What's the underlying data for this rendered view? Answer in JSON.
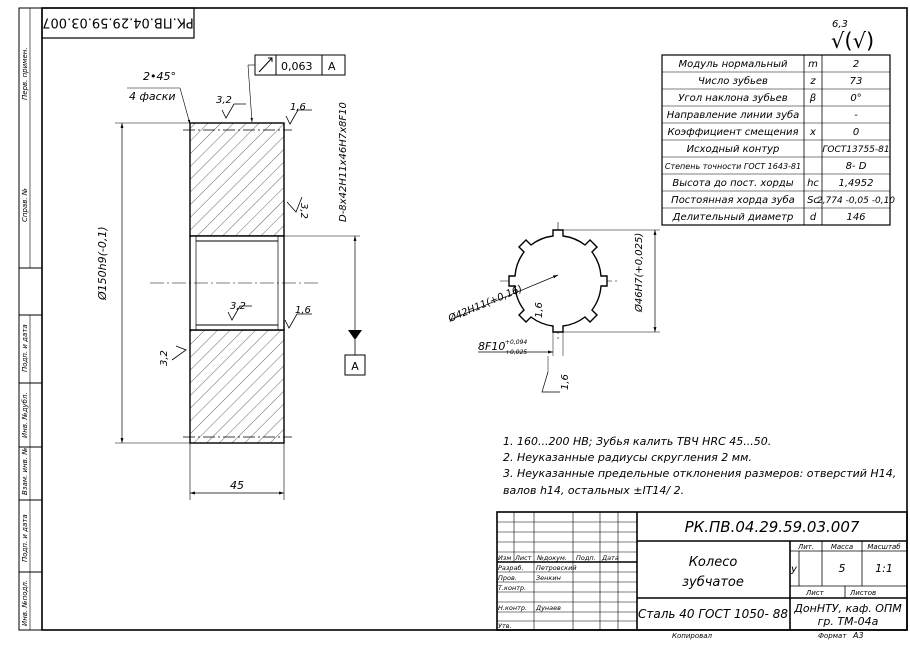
{
  "drawing_number": "РК.ПВ.04.29.59.03.007",
  "drawing_number_rotated": "РК.ПВ.04.29.59.03.007",
  "side_stamp": [
    "Перв. примен.",
    "Справ. №",
    "Подп. и дата",
    "Инв. №дубл.",
    "Взам. инв. №",
    "Подп. и дата",
    "Инв. №подл."
  ],
  "roughness_general": {
    "value": "6,3",
    "symbol": "√(√)"
  },
  "params": [
    {
      "name": "Модуль нормальный",
      "sym": "m",
      "val": "2"
    },
    {
      "name": "Число зубьев",
      "sym": "z",
      "val": "73"
    },
    {
      "name": "Угол наклона зубьев",
      "sym": "β",
      "val": "0°"
    },
    {
      "name": "Направление линии зуба",
      "sym": "",
      "val": "-"
    },
    {
      "name": "Коэффициент смещения",
      "sym": "x",
      "val": "0"
    },
    {
      "name": "Исходный контур",
      "sym": "",
      "val": "ГОСТ13755-81"
    },
    {
      "name": "Степень точности ГОСТ 1643-81",
      "sym": "",
      "val": "8- D"
    },
    {
      "name": "Высота до пост. хорды",
      "sym": "hc",
      "val": "1,4952"
    },
    {
      "name": "Постоянная хорда зуба",
      "sym": "Sc",
      "val": "2,774 -0,05 -0,10"
    },
    {
      "name": "Делительный диаметр",
      "sym": "d",
      "val": "146"
    }
  ],
  "dims": {
    "chamfer": "2•45°",
    "chamfer_count": "4 фаски",
    "runout": "0,063",
    "datum": "A",
    "rough_32": "3,2",
    "rough_16": "1,6",
    "outer_dia": "Ø150h9(-0,1)",
    "spline_spec": "D-8x42H11x46H7x8F10",
    "width": "45",
    "spline_inner": "Ø42H11(+0,16)",
    "spline_outer": "Ø46H7(+0,025)",
    "slot_width": "8F10",
    "slot_tol_upper": "+0,094",
    "slot_tol_lower": "+0,025",
    "spline_rough": "1,6"
  },
  "notes": [
    "1.  160...200 НВ; Зубья калить ТВЧ HRC 45...50.",
    "2. Неуказанные радиусы скругления 2 мм.",
    "3. Неуказанные предельные отклонения размеров: отверстий H14,",
    "    валов h14, остальных ±IT14/ 2."
  ],
  "title_block": {
    "designation": "РК.ПВ.04.29.59.03.007",
    "part_name_1": "Колесо",
    "part_name_2": "зубчатое",
    "material": "Сталь 40 ГОСТ 1050- 88",
    "col_lit": "Лит.",
    "col_mass": "Масса",
    "col_scale": "Масштаб",
    "letter": "у",
    "mass": "5",
    "scale": "1:1",
    "sheet": "Лист",
    "sheets": "Листов",
    "org_1": "ДонНТУ, каф. ОПМ",
    "org_2": "гр. ТМ-04а",
    "hdr": [
      "Изм",
      "Лист",
      "№докум.",
      "Подп.",
      "Дата"
    ],
    "rows": [
      {
        "role": "Разраб.",
        "name": "Петровский"
      },
      {
        "role": "Пров.",
        "name": "Зенкин"
      },
      {
        "role": "Т.контр.",
        "name": ""
      },
      {
        "role": "",
        "name": ""
      },
      {
        "role": "Н.контр.",
        "name": "Дунаев"
      },
      {
        "role": "Утв.",
        "name": ""
      }
    ],
    "copied": "Копировал",
    "format_label": "Формат",
    "format": "А3"
  }
}
